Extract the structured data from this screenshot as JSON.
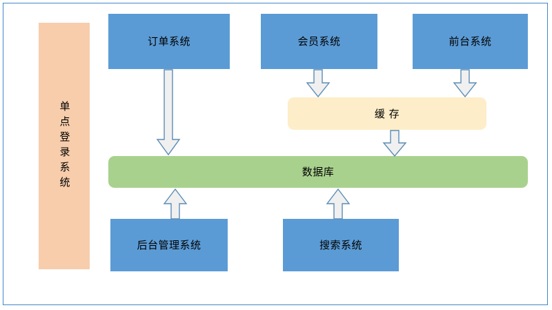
{
  "diagram": {
    "title_text": "",
    "frame": {
      "border_color": "#3f87c9"
    },
    "palette": {
      "blue_box": "#5b9bd5",
      "orange_box": "#f7cdac",
      "cache_box": "#fdeec9",
      "database_box": "#a9d18e",
      "arrow_fill": "#f0f0f0",
      "arrow_stroke": "#5b8cb4",
      "text_color": "#000000"
    },
    "nodes": [
      {
        "id": "sso",
        "label": "单点登录系统",
        "type": "vertical-box",
        "color": "#f7cdac"
      },
      {
        "id": "order",
        "label": "订单系统",
        "type": "box",
        "color": "#5b9bd5"
      },
      {
        "id": "member",
        "label": "会员系统",
        "type": "box",
        "color": "#5b9bd5"
      },
      {
        "id": "frontend",
        "label": "前台系统",
        "type": "box",
        "color": "#5b9bd5"
      },
      {
        "id": "cache",
        "label": "缓 存",
        "type": "rounded-box",
        "color": "#fdeec9"
      },
      {
        "id": "database",
        "label": "数据库",
        "type": "rounded-box",
        "color": "#a9d18e"
      },
      {
        "id": "admin",
        "label": "后台管理系统",
        "type": "box",
        "color": "#5b9bd5"
      },
      {
        "id": "search",
        "label": "搜索系统",
        "type": "box",
        "color": "#5b9bd5"
      }
    ],
    "arrows": [
      {
        "id": "order-to-database",
        "from": "order",
        "to": "database",
        "direction": "down"
      },
      {
        "id": "member-to-cache",
        "from": "member",
        "to": "cache",
        "direction": "down"
      },
      {
        "id": "frontend-to-cache",
        "from": "frontend",
        "to": "cache",
        "direction": "down"
      },
      {
        "id": "cache-to-database",
        "from": "cache",
        "to": "database",
        "direction": "down"
      },
      {
        "id": "admin-to-database",
        "from": "admin",
        "to": "database",
        "direction": "up"
      },
      {
        "id": "search-to-database",
        "from": "search",
        "to": "database",
        "direction": "up"
      }
    ]
  }
}
